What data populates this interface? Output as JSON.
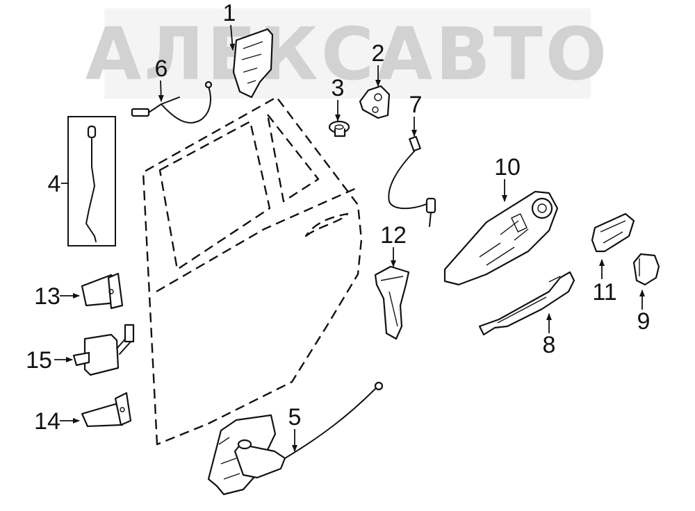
{
  "watermark": {
    "text": "АЛЕКСАВТО",
    "color": "#d2d2d2"
  },
  "callouts": [
    "1",
    "2",
    "3",
    "4",
    "5",
    "6",
    "7",
    "8",
    "9",
    "10",
    "11",
    "12",
    "13",
    "14",
    "15"
  ],
  "colors": {
    "line": "#111111",
    "background": "#ffffff",
    "box_border": "#111111"
  }
}
